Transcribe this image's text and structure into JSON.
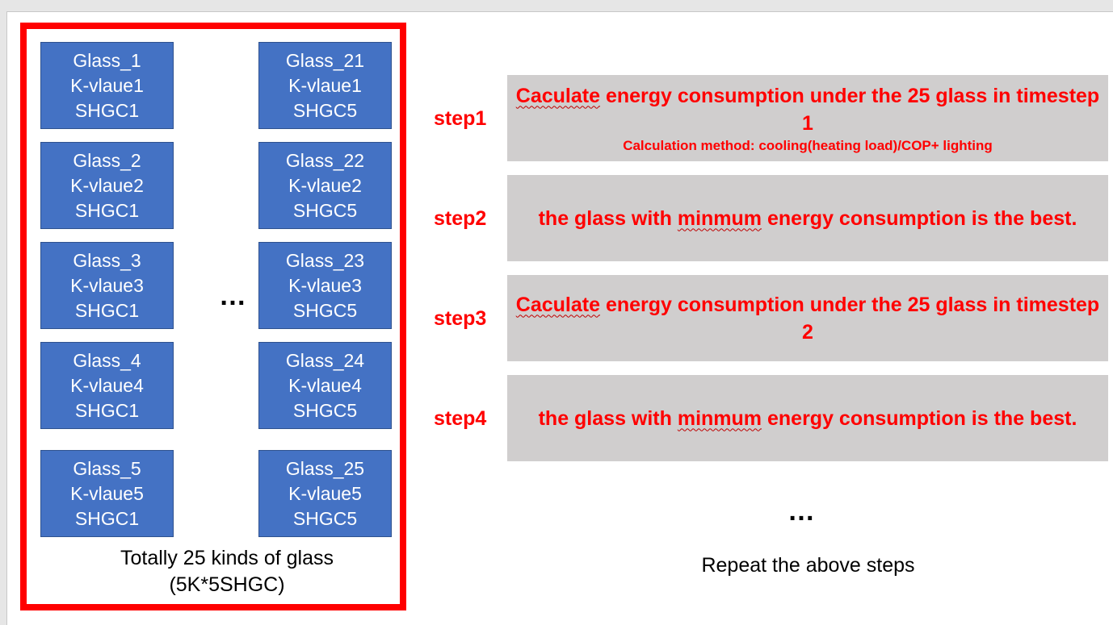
{
  "glass_left": [
    {
      "name": "Glass_1",
      "k": "K-vlaue1",
      "shgc": "SHGC1"
    },
    {
      "name": "Glass_2",
      "k": "K-vlaue2",
      "shgc": "SHGC1"
    },
    {
      "name": "Glass_3",
      "k": "K-vlaue3",
      "shgc": "SHGC1"
    },
    {
      "name": "Glass_4",
      "k": "K-vlaue4",
      "shgc": "SHGC1"
    },
    {
      "name": "Glass_5",
      "k": "K-vlaue5",
      "shgc": "SHGC1"
    }
  ],
  "glass_right": [
    {
      "name": "Glass_21",
      "k": "K-vlaue1",
      "shgc": "SHGC5"
    },
    {
      "name": "Glass_22",
      "k": "K-vlaue2",
      "shgc": "SHGC5"
    },
    {
      "name": "Glass_23",
      "k": "K-vlaue3",
      "shgc": "SHGC5"
    },
    {
      "name": "Glass_24",
      "k": "K-vlaue4",
      "shgc": "SHGC5"
    },
    {
      "name": "Glass_25",
      "k": "K-vlaue5",
      "shgc": "SHGC5"
    }
  ],
  "glass_ellipsis": "…",
  "caption": {
    "line1": "Totally 25 kinds of glass",
    "line2": "(5K*5SHGC)"
  },
  "steps": [
    {
      "label": "step1",
      "pre": "",
      "squiggle": "Caculate",
      "post": " energy consumption under the 25 glass in timestep 1",
      "sub": "Calculation method: cooling(heating load)/COP+ lighting"
    },
    {
      "label": "step2",
      "pre": "the glass with ",
      "squiggle": "minmum",
      "post": " energy consumption is the best.",
      "sub": ""
    },
    {
      "label": "step3",
      "pre": "",
      "squiggle": "Caculate",
      "post": " energy consumption under the 25 glass in timestep 2",
      "sub": ""
    },
    {
      "label": "step4",
      "pre": "the glass with ",
      "squiggle": "minmum",
      "post": " energy consumption is the best.",
      "sub": ""
    }
  ],
  "steps_ellipsis": "…",
  "repeat_text": "Repeat the above steps",
  "colors": {
    "frame": "#ff0000",
    "glass_box": "#4472c4",
    "step_box": "#d0cece",
    "step_text": "#ff0000"
  }
}
